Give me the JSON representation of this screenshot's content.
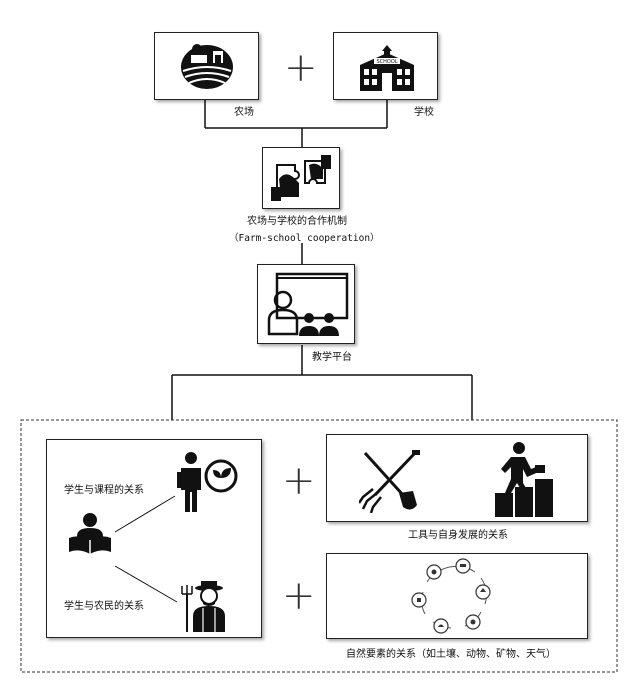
{
  "farm": {
    "label": "农场",
    "icon": "farm-icon"
  },
  "school": {
    "label": "学校",
    "icon": "school-icon",
    "sign": "SCHOOL"
  },
  "plus_sign": "+",
  "cooperation": {
    "label": "农场与学校的合作机制",
    "sublabel": "（Farm-school cooperation）",
    "icon": "puzzle-hands-icon"
  },
  "platform": {
    "label": "教学平台",
    "icon": "classroom-board-icon"
  },
  "student_relations": {
    "course_label": "学生与课程的关系",
    "farmer_label": "学生与农民的关系",
    "student_icon": "reading-student-icon",
    "teacher_icon": "teacher-plant-icon",
    "farmer_icon": "farmer-pitchfork-icon"
  },
  "tools": {
    "label": "工具与自身发展的关系",
    "icons": [
      "pitchfork-shovel-icon",
      "climbing-steps-icon"
    ]
  },
  "nature": {
    "label": "自然要素的关系（如土壤、动物、矿物、天气）",
    "cycle_icon": "nature-cycle-icon"
  }
}
